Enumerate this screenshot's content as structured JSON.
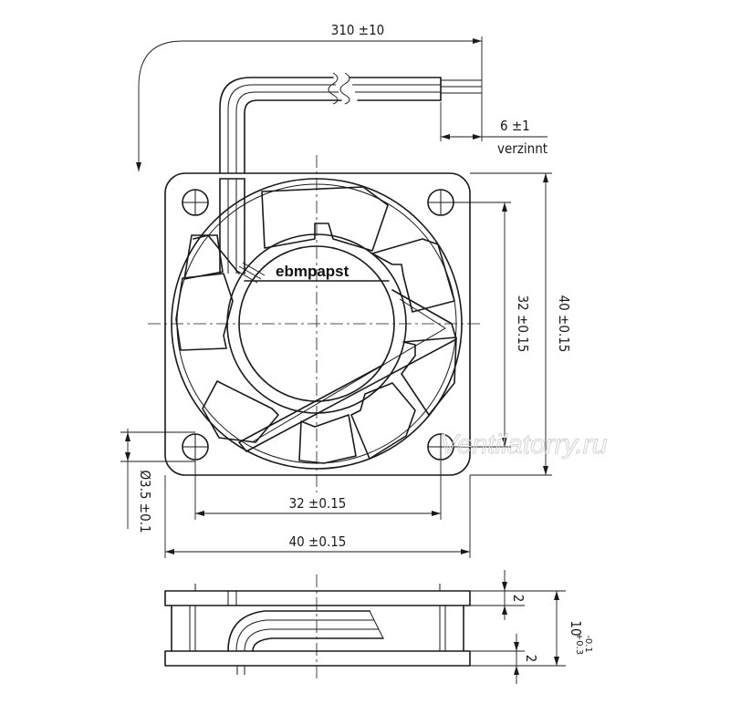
{
  "dimensions": {
    "cable_length": "310 ±10",
    "strip_length": "6 ±1",
    "strip_note": "verzinnt",
    "hole_spacing_vertical": "32 ±0.15",
    "frame_height": "40 ±0.15",
    "hole_spacing_horizontal": "32 ±0.15",
    "frame_width": "40 ±0.15",
    "hole_diameter": "Ø3.5 ±0.1",
    "flange_top": "2",
    "flange_bottom": "2",
    "depth_value": "10",
    "depth_tol_upper": "+0.3",
    "depth_tol_lower": "-0.1"
  },
  "brand_label": "ebmpapst",
  "watermark": "Ventilatorry.ru",
  "colors": {
    "line": "#1a1a1a",
    "paper": "#ffffff",
    "watermark": "#d4d4d4"
  }
}
